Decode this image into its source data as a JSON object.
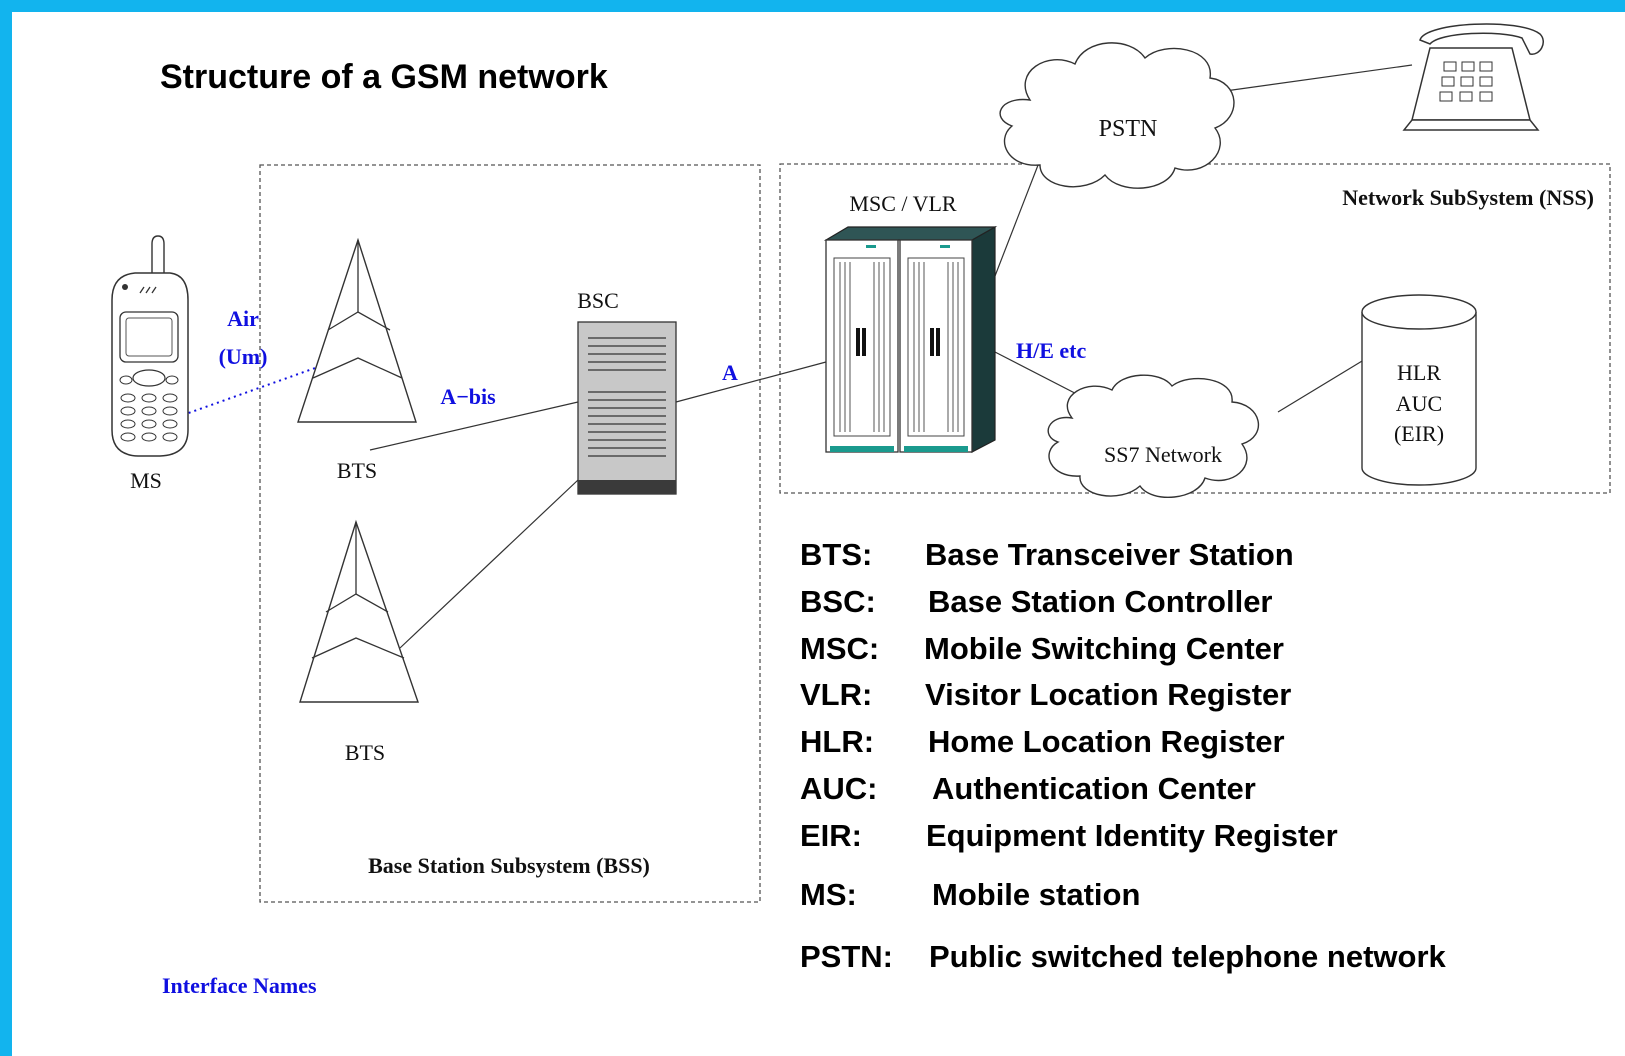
{
  "title": "Structure of a GSM network",
  "nodes": {
    "ms": "MS",
    "bts_top": "BTS",
    "bts_bottom": "BTS",
    "bsc": "BSC",
    "msc_vlr": "MSC / VLR",
    "pstn": "PSTN",
    "ss7": "SS7 Network",
    "hlr_lines": [
      "HLR",
      "AUC",
      "(EIR)"
    ]
  },
  "subsystems": {
    "bss": "Base Station Subsystem (BSS)",
    "nss": "Network SubSystem (NSS)"
  },
  "interfaces": {
    "air_line1": "Air",
    "air_line2": "(Um)",
    "abis": "A−bis",
    "a": "A",
    "he": "H/E etc",
    "caption": "Interface Names"
  },
  "legend": [
    {
      "abbr": "BTS:",
      "text": "Base Transceiver Station"
    },
    {
      "abbr": "BSC:",
      "text": "Base Station Controller"
    },
    {
      "abbr": "MSC:",
      "text": "Mobile Switching Center"
    },
    {
      "abbr": "VLR:",
      "text": "Visitor Location Register"
    },
    {
      "abbr": "HLR:",
      "text": "Home Location Register"
    },
    {
      "abbr": "AUC:",
      "text": "Authentication Center"
    },
    {
      "abbr": "EIR:",
      "text": "Equipment Identity Register"
    },
    {
      "abbr": "MS:",
      "text": "Mobile station"
    },
    {
      "abbr": "PSTN:",
      "text": "Public switched telephone network"
    }
  ],
  "colors": {
    "frame": "#12b4ee",
    "interface_label": "#1010e0",
    "cabinet_accent": "#1a9a8e"
  }
}
